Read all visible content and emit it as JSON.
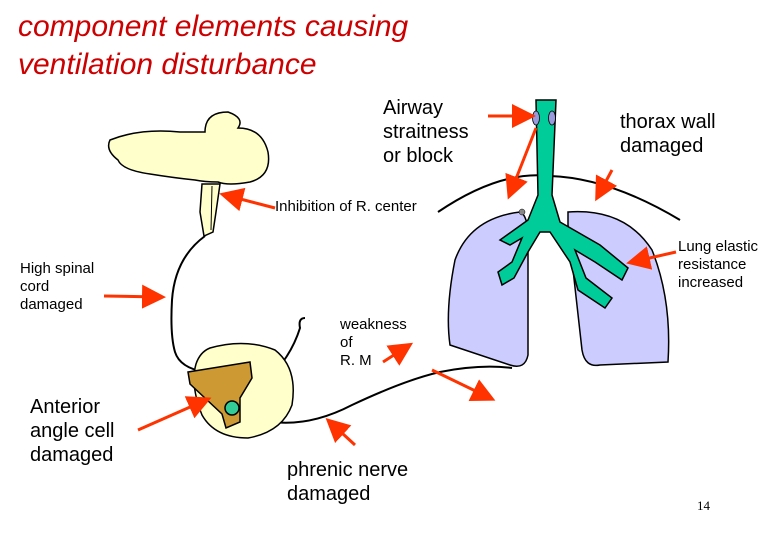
{
  "slide": {
    "title": "component elements causing ventilation disturbance",
    "page_number": "14"
  },
  "labels": {
    "airway": "Airway\nstraitness\nor block",
    "thorax": "thorax wall\ndamaged",
    "inhibition": "Inhibition of R. center",
    "lung_elastic": "Lung elastic\nresistance\nincreased",
    "spinal_cord": "High spinal\ncord\ndamaged",
    "weakness": "weakness\nof\nR. M",
    "anterior_horn": "Anterior\nangle cell\ndamaged",
    "phrenic": "phrenic nerve\ndamaged"
  },
  "colors": {
    "title": "#cc0000",
    "arrow": "#ff3300",
    "brain_fill": "#ffffcc",
    "lung_fill": "#ccccff",
    "airway_fill": "#00cc99",
    "spinal_gray": "#cc9933",
    "spinal_canal": "#33cc99",
    "outline": "#000000"
  }
}
